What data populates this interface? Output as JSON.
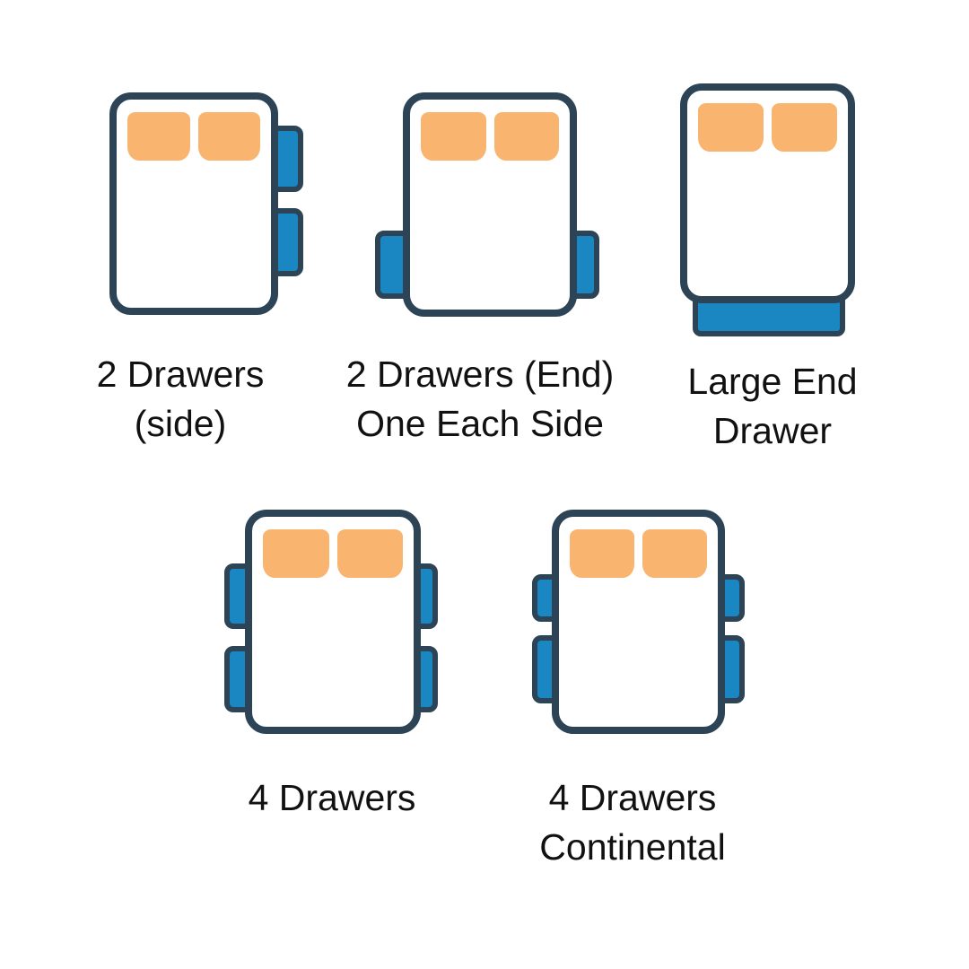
{
  "colors": {
    "outline": "#2d4356",
    "drawer_fill": "#1a86c2",
    "pillow_fill": "#f9b470",
    "label_text": "#111111",
    "background": "#ffffff"
  },
  "figures": [
    {
      "label_lines": [
        "2 Drawers",
        "(side)"
      ],
      "drawers": [
        "right-top",
        "right-bottom"
      ]
    },
    {
      "label_lines": [
        "2 Drawers (End)",
        "One Each Side"
      ],
      "drawers": [
        "left-foot",
        "right-foot"
      ]
    },
    {
      "label_lines": [
        "Large End",
        "Drawer"
      ],
      "drawers": [
        "end"
      ]
    },
    {
      "label_lines": [
        "4 Drawers"
      ],
      "drawers": [
        "left-top",
        "left-bottom",
        "right-top",
        "right-bottom"
      ]
    },
    {
      "label_lines": [
        "4 Drawers",
        "Continental"
      ],
      "drawers": [
        "left-top",
        "left-bottom",
        "right-top",
        "right-bottom"
      ]
    }
  ]
}
